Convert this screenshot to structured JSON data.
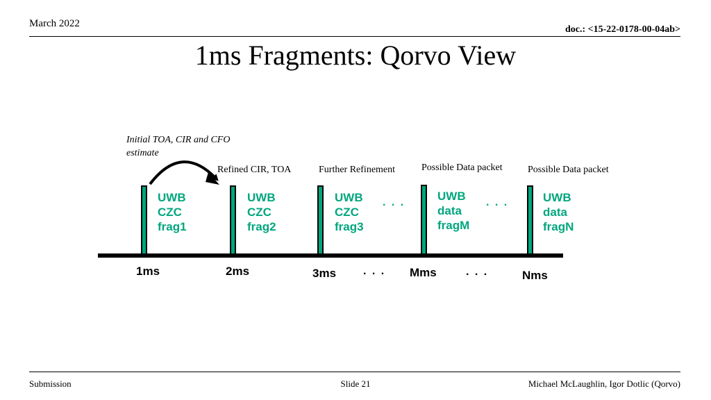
{
  "header": {
    "date": "March 2022",
    "doc_id": "doc.: <15-22-0178-00-04ab>"
  },
  "title": "1ms Fragments: Qorvo View",
  "annotations": {
    "initial": "Initial TOA, CIR and CFO estimate",
    "refined": "Refined CIR, TOA",
    "further": "Further Refinement",
    "data_m": "Possible Data packet",
    "data_n": "Possible Data packet"
  },
  "fragments": [
    {
      "label": "UWB\nCZC\nfrag1"
    },
    {
      "label": "UWB\nCZC\nfrag2"
    },
    {
      "label": "UWB\nCZC\nfrag3"
    },
    {
      "label": "UWB\ndata\nfragM"
    },
    {
      "label": "UWB\ndata\nfragN"
    }
  ],
  "ticks": [
    "1ms",
    "2ms",
    "3ms",
    "Mms",
    "Nms"
  ],
  "ellipsis": ". . .",
  "colors": {
    "fragment": "#00a67e",
    "axis": "#000000"
  },
  "footer": {
    "left": "Submission",
    "center": "Slide 21",
    "right": "Michael McLaughlin, Igor Dotlic (Qorvo)"
  }
}
